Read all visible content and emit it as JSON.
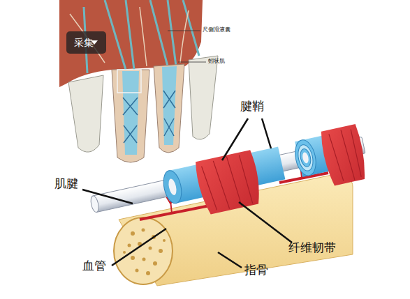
{
  "diagram": {
    "nodes": [
      {
        "text": [
          "采集"
        ]
      }
    ],
    "labels": [
      "尺侧滑液囊",
      "蚓状肌",
      "腱鞘",
      "肌腱",
      "纤维韧带",
      "血管",
      "指骨"
    ]
  }
}
